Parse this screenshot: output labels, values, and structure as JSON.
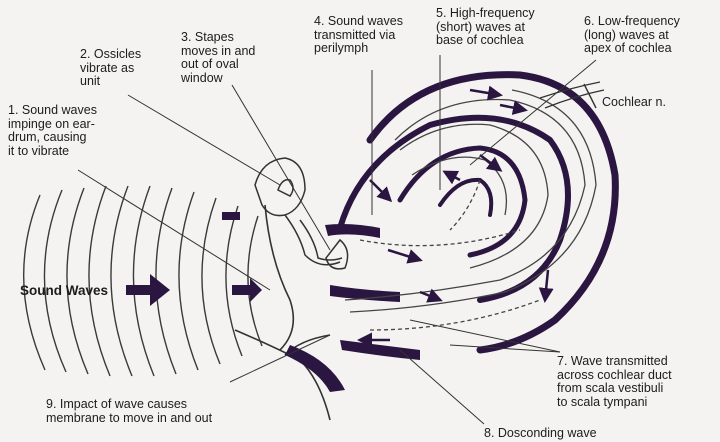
{
  "labels": {
    "l1": "1. Sound waves\nimpinge on ear-\ndrum, causing\nit to vibrate",
    "l2": "2. Ossicles\nvibrate as\nunit",
    "l3": "3. Stapes\nmoves in and\nout of oval\nwindow",
    "l4": "4. Sound waves\ntransmitted via\nperilymph",
    "l5": "5. High-frequency\n(short) waves at\nbase of cochlea",
    "l6": "6. Low-frequency\n(long) waves at\napex of cochlea",
    "l7": "7. Wave transmitted\nacross cochlear duct\nfrom scala vestibuli\nto scala tympani",
    "l8": "8. Dosconding wave",
    "l9": "9. Impact of wave causes\nmembrane to move in and out",
    "cochlear_nerve": "Cochlear n.",
    "sound_waves": "Sound Waves"
  },
  "colors": {
    "background": "#f4f3f1",
    "ink": "#2a1640",
    "line": "#333333"
  }
}
